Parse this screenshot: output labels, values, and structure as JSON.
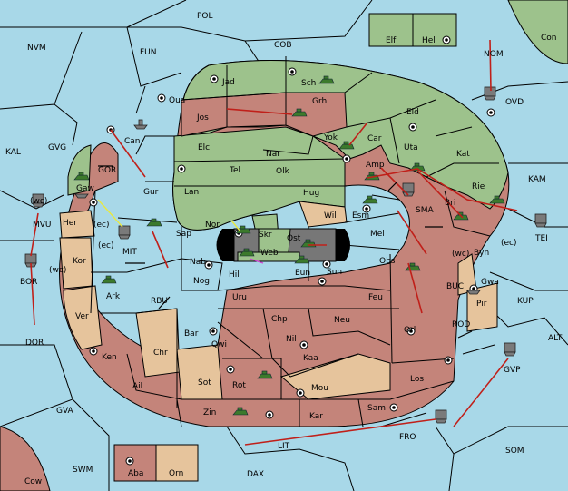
{
  "map": {
    "sea_labels": [
      "POL",
      "NVM",
      "FUN",
      "COB",
      "Con",
      "NOM",
      "OVD",
      "KAL",
      "GVG",
      "GOR",
      "Gaw",
      "MVU",
      "(wc)",
      "(ec)",
      "MIT",
      "BOR",
      "DOR",
      "RBU",
      "KAM",
      "TEI",
      "SMA",
      "BUC",
      "KUP",
      "ROD",
      "ALT",
      "GVP",
      "FRO",
      "SOM",
      "GVA",
      "SWM",
      "LIT",
      "DAX",
      "Cow",
      "Elf",
      "Hel",
      "Aba",
      "Orn"
    ],
    "land_labels": [
      "Jad",
      "Sch",
      "Qua",
      "Jos",
      "Grh",
      "Can",
      "Yok",
      "Car",
      "Eld",
      "Elc",
      "Nar",
      "Uta",
      "Kat",
      "Tel",
      "Olk",
      "Amp",
      "Gur",
      "Lan",
      "Hug",
      "Rie",
      "Bri",
      "Her",
      "Esm",
      "Wil",
      "Nor",
      "Skr",
      "Ost",
      "Mel",
      "Kor",
      "Sap",
      "Nab",
      "Web",
      "Eun",
      "Obs",
      "Byn",
      "Ark",
      "Hil",
      "Sun",
      "Gwa",
      "Nog",
      "Uru",
      "Feu",
      "Pir",
      "Ver",
      "Chp",
      "Neu",
      "Orl",
      "Bar",
      "Qwi",
      "Nil",
      "Chr",
      "Ken",
      "Kaa",
      "Los",
      "Sot",
      "Rot",
      "Mou",
      "Ail",
      "Zin",
      "Kar",
      "Sam"
    ],
    "coast_tags": [
      "(wc)",
      "(ec)",
      "(wc)",
      "(ec)",
      "(wc)",
      "(ec)"
    ]
  },
  "colors": {
    "sea": "#a8d8e8",
    "land_red": "#c4847a",
    "land_green": "#9dc28c",
    "land_tan": "#e6c49c",
    "orders": "#c0201a",
    "lake": "#777777"
  },
  "icons": [
    "supply-center-icon",
    "army-icon",
    "fleet-icon",
    "order-arrow-icon",
    "convoy-arrow-icon"
  ]
}
